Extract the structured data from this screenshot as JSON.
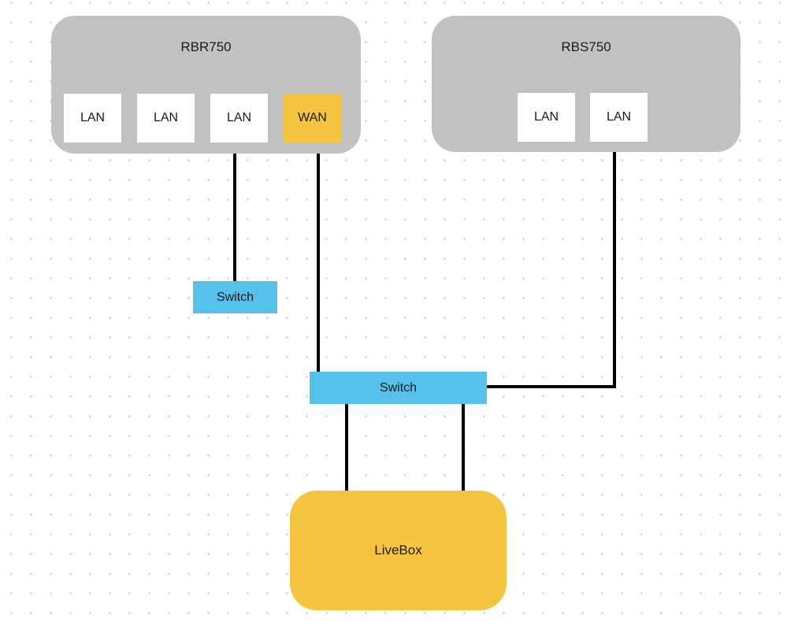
{
  "diagram": {
    "nodes": {
      "rbr750": {
        "label": "RBR750",
        "ports": [
          {
            "label": "LAN",
            "kind": "lan"
          },
          {
            "label": "LAN",
            "kind": "lan"
          },
          {
            "label": "LAN",
            "kind": "lan"
          },
          {
            "label": "WAN",
            "kind": "wan"
          }
        ]
      },
      "rbs750": {
        "label": "RBS750",
        "ports": [
          {
            "label": "LAN",
            "kind": "lan"
          },
          {
            "label": "LAN",
            "kind": "lan"
          }
        ]
      },
      "switch_small": {
        "label": "Switch"
      },
      "switch_wide": {
        "label": "Switch"
      },
      "livebox": {
        "label": "LiveBox"
      }
    },
    "edges": [
      {
        "from": "rbr750 LAN (3rd port)",
        "to": "switch_small"
      },
      {
        "from": "rbr750 WAN",
        "to": "switch_wide"
      },
      {
        "from": "rbs750 LAN (2nd port)",
        "to": "switch_wide",
        "shape": "elbow"
      },
      {
        "from": "switch_wide",
        "to": "livebox"
      },
      {
        "from": "switch_wide",
        "to": "livebox"
      }
    ],
    "colors": {
      "background": "#ffffff",
      "dot": "#c9c9c9",
      "device_fill": "#c2c2c2",
      "port_fill": "#ffffff",
      "wan_fill": "#f5c542",
      "switch_fill": "#55c0e9",
      "livebox_fill": "#f5c542",
      "connector": "#000000",
      "text": "#1a1a1a"
    }
  }
}
